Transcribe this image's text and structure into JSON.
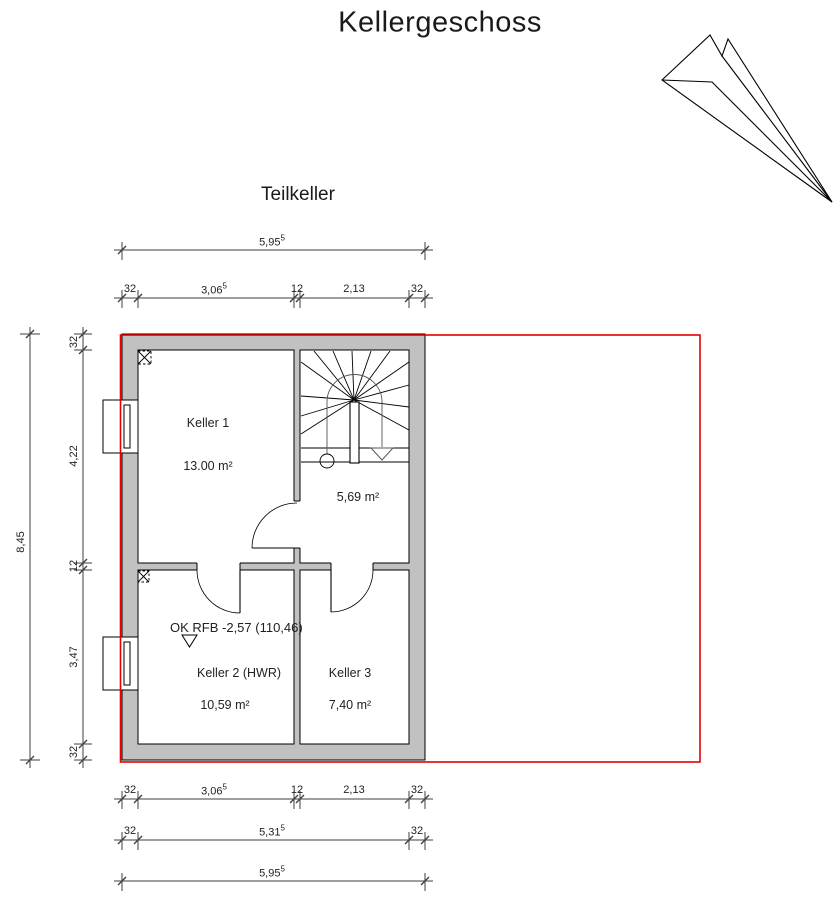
{
  "page": {
    "title": "Kellergeschoss",
    "section_label": "Teilkeller"
  },
  "rooms": {
    "keller1": {
      "label": "Keller 1",
      "area": "13.00 m²"
    },
    "stairwell": {
      "area": "5,69 m²"
    },
    "keller2": {
      "label": "Keller 2 (HWR)",
      "area": "10,59 m²"
    },
    "keller3": {
      "label": "Keller 3",
      "area": "7,40 m²"
    }
  },
  "annotations": {
    "level_note": "OK RFB -2,57 (110,46)"
  },
  "dimensions": {
    "top_total": {
      "v": "5,95",
      "sup": "5"
    },
    "top_row": [
      {
        "v": "32"
      },
      {
        "v": "3,06",
        "sup": "5"
      },
      {
        "v": "12"
      },
      {
        "v": "2,13"
      },
      {
        "v": "32"
      }
    ],
    "left_total": {
      "v": "8,45"
    },
    "left_row": [
      {
        "v": "32"
      },
      {
        "v": "4,22"
      },
      {
        "v": "12"
      },
      {
        "v": "3,47"
      },
      {
        "v": "32"
      }
    ],
    "bottom_row1": [
      {
        "v": "32"
      },
      {
        "v": "3,06",
        "sup": "5"
      },
      {
        "v": "12"
      },
      {
        "v": "2,13"
      },
      {
        "v": "32"
      }
    ],
    "bottom_row2": [
      {
        "v": "32"
      },
      {
        "v": "5,31",
        "sup": "5"
      },
      {
        "v": "32"
      }
    ],
    "bottom_total": {
      "v": "5,95",
      "sup": "5"
    }
  },
  "icons": {
    "north_arrow": "north-arrow"
  },
  "colors": {
    "wall_fill": "#c1c1c1",
    "wall_outline": "#000000",
    "site_boundary": "#e60000",
    "dimension_lines": "#3f3f3f"
  }
}
